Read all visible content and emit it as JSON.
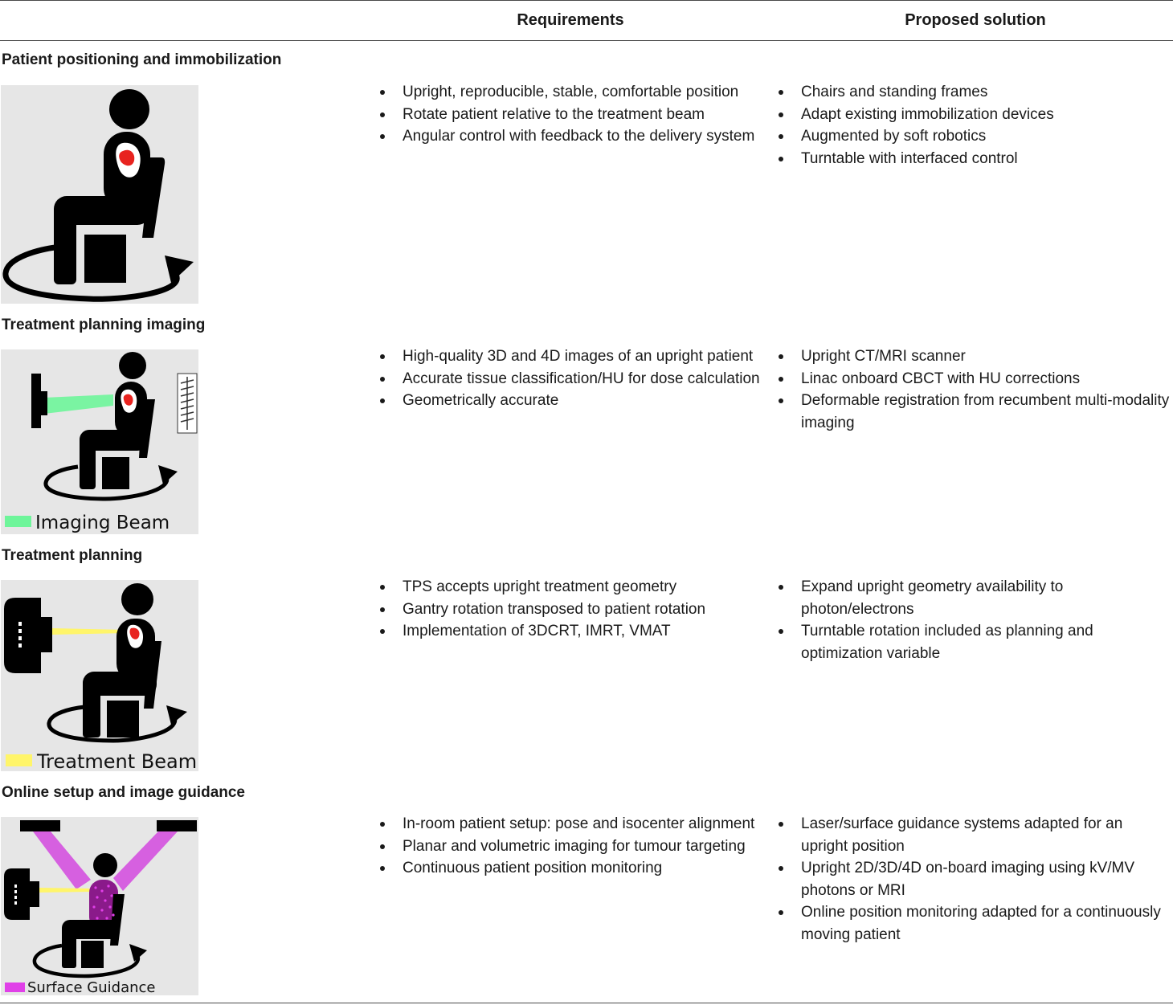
{
  "header": {
    "requirements_label": "Requirements",
    "solution_label": "Proposed solution"
  },
  "sections": [
    {
      "title": "Patient positioning and immobilization",
      "requirements": [
        "Upright, reproducible, stable, comfortable position",
        "Rotate patient relative to the treatment beam",
        "Angular control with feedback to the delivery system"
      ],
      "solutions": [
        "Chairs and standing frames",
        "Adapt existing immobilization devices",
        "Augmented by soft robotics",
        "Turntable with interfaced control"
      ]
    },
    {
      "title": "Treatment planning imaging",
      "legend": "Imaging Beam",
      "requirements": [
        "High-quality 3D and 4D images of an upright patient",
        "Accurate tissue classification/HU for dose calculation",
        "Geometrically accurate"
      ],
      "solutions": [
        "Upright CT/MRI scanner",
        "Linac onboard CBCT with HU corrections",
        "Deformable registration from recumbent multi-modality imaging"
      ]
    },
    {
      "title": "Treatment planning",
      "legend": "Treatment Beam",
      "requirements": [
        "TPS accepts upright treatment geometry",
        "Gantry rotation transposed to patient rotation",
        "Implementation of 3DCRT, IMRT, VMAT"
      ],
      "solutions": [
        "Expand upright geometry availability to photon/electrons",
        "Turntable rotation included as planning and optimization variable"
      ]
    },
    {
      "title": "Online setup and image guidance",
      "legend": "Surface Guidance",
      "requirements": [
        "In-room patient setup: pose and isocenter alignment",
        "Planar and volumetric imaging for tumour targeting",
        "Continuous patient position monitoring"
      ],
      "solutions": [
        "Laser/surface guidance systems adapted for an upright position",
        "Upright 2D/3D/4D on-board imaging using kV/MV photons or MRI",
        "Online position monitoring adapted for a continuously moving patient"
      ]
    }
  ],
  "colors": {
    "tumor": "#e8231f",
    "imaging_beam": "#6ef59a",
    "treatment_beam": "#fff56a",
    "surface_guidance": "#e040e8",
    "panel_background": "#e6e6e6"
  }
}
